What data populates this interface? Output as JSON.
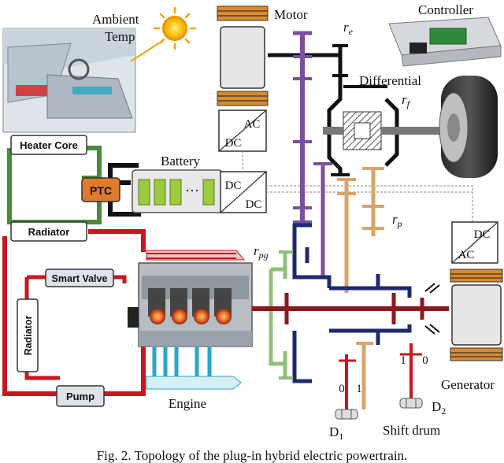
{
  "labels": {
    "ambient_temp_line1": "Ambient",
    "ambient_temp_line2": "Temp",
    "motor": "Motor",
    "controller": "Controller",
    "differential": "Differential",
    "battery": "Battery",
    "heater_core": "Heater Core",
    "ptc": "PTC",
    "radiator_top": "Radiator",
    "radiator_side": "Radiator",
    "smart_valve": "Smart Valve",
    "pump": "Pump",
    "engine": "Engine",
    "generator": "Generator",
    "shift_drum": "Shift drum",
    "ac_dc_motor_top": "AC",
    "ac_dc_motor_bottom": "DC",
    "dc_dc_top": "DC",
    "dc_dc_bottom": "DC",
    "dc_ac_gen_top": "DC",
    "dc_ac_gen_bottom": "AC",
    "battery_dots": "···",
    "r_e": "r",
    "r_e_sub": "e",
    "r_f": "r",
    "r_f_sub": "f",
    "r_p": "r",
    "r_p_sub": "p",
    "r_pg": "r",
    "r_pg_sub": "pg",
    "d1": "D",
    "d1_sub": "1",
    "d2": "D",
    "d2_sub": "2",
    "gear_0_left": "0",
    "gear_1_left": "1",
    "gear_1_right": "1",
    "gear_0_right": "0",
    "caption": "Fig. 2. Topology of the plug-in hybrid electric powertrain."
  },
  "colors": {
    "coolant_red": "#c8171e",
    "heater_green": "#4a8a3a",
    "gear_purple": "#7b4fa0",
    "gear_navy": "#1f2a6b",
    "gear_tan": "#d9a36a",
    "gear_green": "#8fbf7a",
    "copper": "#d98a2b",
    "ptc_orange": "#e07a2c",
    "battery_green": "#9ccc3c"
  }
}
